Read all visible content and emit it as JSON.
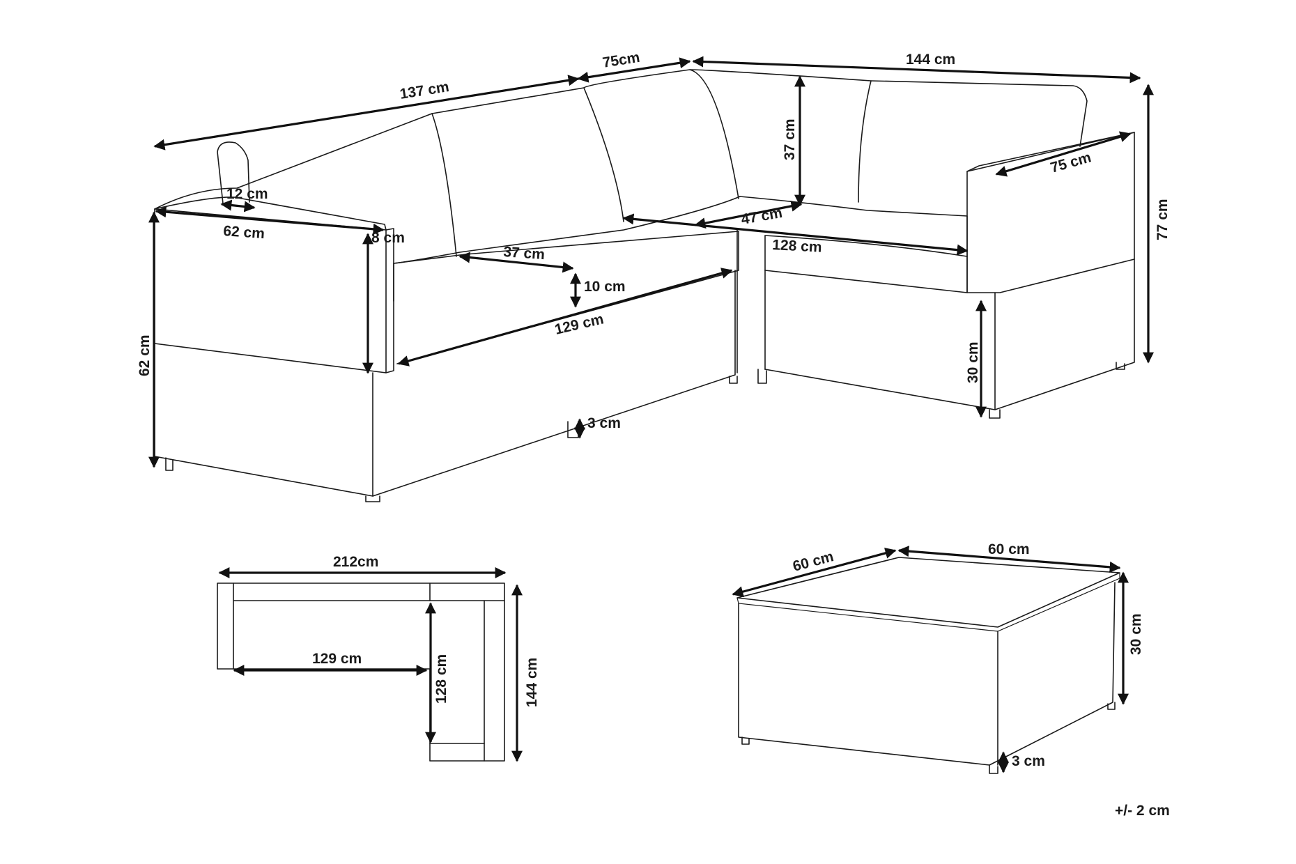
{
  "labels": {
    "sofa_left_length": "137 cm",
    "sofa_corner_width": "75cm",
    "sofa_right_length": "144 cm",
    "back_cushion_height": "37 cm",
    "right_arm_length": "75 cm",
    "total_height": "77 cm",
    "back_pillow_thickness": "12 cm",
    "arm_length": "62 cm",
    "arm_width": "8 cm",
    "seat_depth_right": "47 cm",
    "seat_width_right": "128 cm",
    "seat_depth_left": "37 cm",
    "seat_cushion_height": "10 cm",
    "seat_width_left": "129 cm",
    "arm_height": "62 cm",
    "seat_height": "30 cm",
    "leg_height_sofa": "3 cm",
    "plan_total_width": "212cm",
    "plan_inner_width": "129 cm",
    "plan_inner_depth": "128 cm",
    "plan_total_depth": "144 cm",
    "table_depth": "60 cm",
    "table_width": "60 cm",
    "table_height": "30 cm",
    "table_leg_height": "3 cm"
  },
  "tolerance": "+/- 2 cm",
  "colors": {
    "line": "#1a1a1a",
    "background": "#ffffff"
  }
}
